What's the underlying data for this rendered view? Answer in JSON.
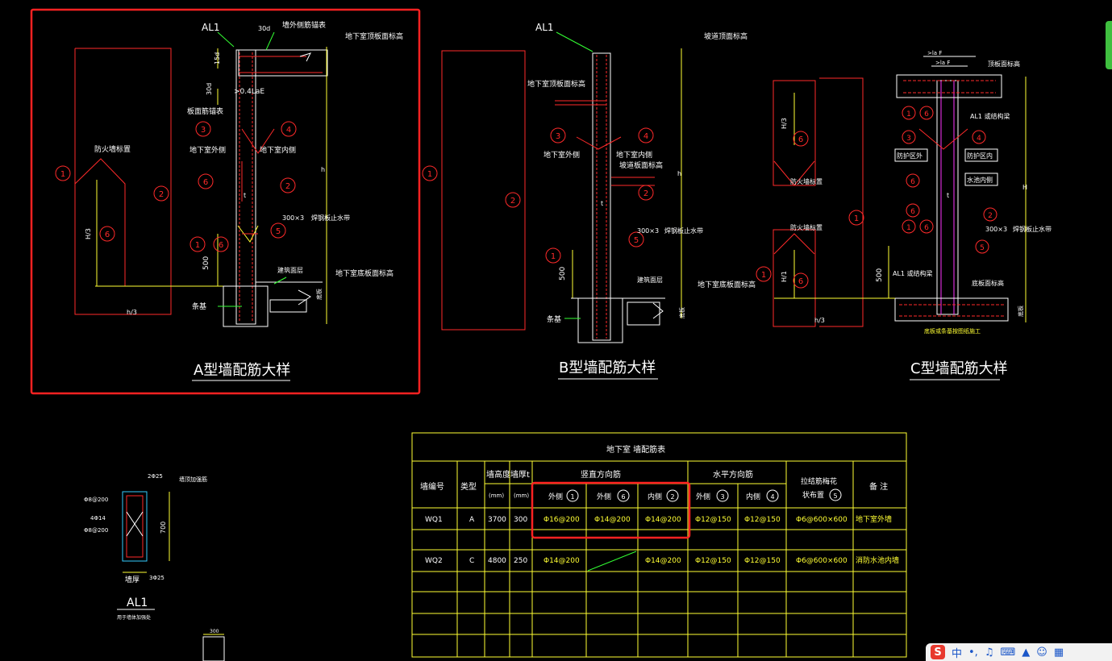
{
  "colors": {
    "background": "#000000",
    "red": "#ff2a2a",
    "yellow": "#ffff33",
    "white": "#ffffff",
    "green": "#33ff33",
    "magenta": "#ff33ff",
    "cyan": "#33ccff",
    "highlight": "#ff2222"
  },
  "details": {
    "a": {
      "title": "A型墙配筋大样",
      "labels": {
        "al1": "AL1",
        "dim_30d": "30d",
        "wall_corner": "墙外侧筋锚表",
        "floor_top_elev": "地下室顶板面标高",
        "dim_15d": "15d",
        "dim_30d_v": "30d",
        "lae": ">0.4LaE",
        "slab_rebar": "板面筋锚表",
        "basement_out": "地下室外侧",
        "basement_in": "地下室内侧",
        "fire_wall": "防火墙标置",
        "h3": "H/3",
        "h": "h",
        "dim_500": "500",
        "dim_300x3": "300×3",
        "waterstop": "焊钢板止水带",
        "floor_slab": "建筑面层",
        "base_elev": "地下室底板面标高",
        "strip_found": "条基",
        "h3b": "h/3",
        "t": "t",
        "floor_mark": "底板"
      }
    },
    "b": {
      "title": "B型墙配筋大样",
      "labels": {
        "al1": "AL1",
        "slope_top": "坡道顶面标高",
        "floor_top": "地下室顶板面标高",
        "basement_out": "地下室外侧",
        "basement_in": "地下室内侧",
        "ramp_bottom": "坡道板面标高",
        "h": "h",
        "t": "t",
        "dim_300x3": "300×3",
        "waterstop": "焊钢板止水带",
        "dim_500": "500",
        "floor_slab": "建筑面层",
        "base_elev": "地下室底板面标高",
        "strip_found": "条基",
        "floor_mark": "底板"
      }
    },
    "c": {
      "title": "C型墙配筋大样",
      "labels": {
        "dim_la1": ">la F",
        "dim_la2": ">la F",
        "floor_elev": "顶板面标高",
        "al_or": "AL1 或结构梁",
        "fire_out": "防护区外",
        "fire_in": "防护区内",
        "water_in": "水池内侧",
        "h3": "H/3",
        "fire_wall": "防火墙标置",
        "fire_wall2": "防火墙标置",
        "h1": "H/1",
        "H": "H",
        "t": "t",
        "dim_300x3": "300×3",
        "waterstop": "焊钢板止水带",
        "dim_500": "500",
        "al1_or2": "AL1 或结构梁",
        "base_elev": "底板面标高",
        "h3b": "h/3",
        "note": "底板或条基按图纸施工",
        "floor_mark": "底板"
      }
    },
    "al1": {
      "title": "AL1",
      "subtitle": "用于墙体加强处",
      "top_bar": "2Φ25",
      "note_right": "墙顶加强筋",
      "stirrup1": "Φ8@200",
      "mid1": "4Φ14",
      "stirrup2": "Φ8@200",
      "width_label": "墙厚",
      "bottom_bar": "3Φ25",
      "height": "700"
    },
    "bottom_stub": {
      "dim": "300"
    }
  },
  "circles": [
    "1",
    "2",
    "3",
    "4",
    "5",
    "6"
  ],
  "table": {
    "title": "地下室 墙配筋表",
    "headers": {
      "wall_no": "墙编号",
      "type": "类型",
      "height": "墙高度",
      "height_unit": "(mm)",
      "thickness": "墙厚t",
      "thickness_unit": "(mm)",
      "vertical": "竖直方向筋",
      "vert_out": "外侧",
      "vert_out_num": "1",
      "vert_out2": "外侧",
      "vert_out2_num": "6",
      "vert_in": "内侧",
      "vert_in_num": "2",
      "horizontal": "水平方向筋",
      "hor_out": "外侧",
      "hor_out_num": "3",
      "hor_in": "内侧",
      "hor_in_num": "4",
      "tie": "拉结筋梅花",
      "tie2": "状布置",
      "tie_num": "5",
      "remark": "备 注"
    },
    "rows": [
      {
        "wall_no": "WQ1",
        "type": "A",
        "height": "3700",
        "thickness": "300",
        "v_out": "Φ16@200",
        "v_out2": "Φ14@200",
        "v_in": "Φ14@200",
        "h_out": "Φ12@150",
        "h_in": "Φ12@150",
        "tie": "Φ6@600×600",
        "remark": "地下室外墙"
      },
      {
        "wall_no": "WQ2",
        "type": "C",
        "height": "4800",
        "thickness": "250",
        "v_out": "Φ14@200",
        "v_out2": "",
        "v_in": "Φ14@200",
        "h_out": "Φ12@150",
        "h_in": "Φ12@150",
        "tie": "Φ6@600×600",
        "remark": "消防水池内墙"
      }
    ]
  },
  "ime": {
    "logo": "S",
    "lang": "中",
    "punct": "•,",
    "items": [
      "mic-icon",
      "keyboard-icon",
      "shirt-icon",
      "face-icon",
      "grid-icon"
    ]
  }
}
